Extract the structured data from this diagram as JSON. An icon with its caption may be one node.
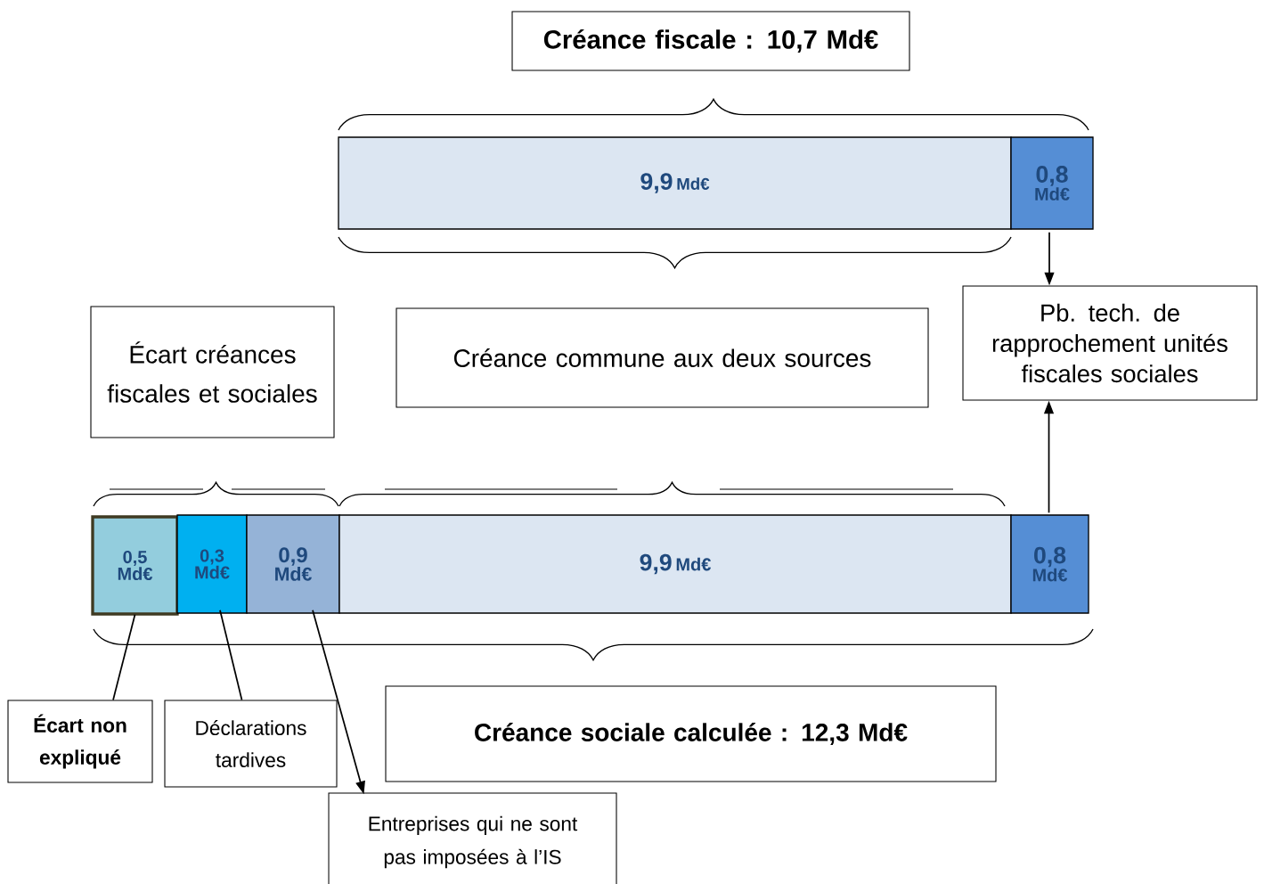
{
  "diagram": {
    "nodes": [
      {
        "text": [
          "Créance fiscale : 10,7 Md€"
        ]
      },
      {
        "text": [
          "9,9",
          "Md€"
        ]
      },
      {
        "text": [
          "0,8",
          "Md€"
        ]
      },
      {
        "text": [
          "Pb. tech. de rapprochement unités fiscales sociales"
        ]
      },
      {
        "text": [
          "Écart créances fiscales et sociales"
        ]
      },
      {
        "text": [
          "Créance commune aux deux sources"
        ]
      },
      {
        "text": [
          "0,5",
          "Md€"
        ]
      },
      {
        "text": [
          "0,3",
          "Md€"
        ]
      },
      {
        "text": [
          "0,9",
          "Md€"
        ]
      },
      {
        "text": [
          "9,9",
          "Md€"
        ]
      },
      {
        "text": [
          "0,8",
          "Md€"
        ]
      },
      {
        "text": [
          "Créance sociale calculée : 12,3 Md€"
        ]
      },
      {
        "text": [
          "Écart non expliqué"
        ]
      },
      {
        "text": [
          "Déclarations tardives"
        ]
      },
      {
        "text": [
          "Entreprises qui ne sont pas imposées à l’IS"
        ]
      }
    ],
    "edges": [
      {
        "from": 2,
        "to": 3,
        "arrow": "to"
      },
      {
        "from": 10,
        "to": 3,
        "arrow": "to"
      },
      {
        "from": 12,
        "to": 6,
        "arrow": "none"
      },
      {
        "from": 13,
        "to": 7,
        "arrow": "none"
      },
      {
        "from": 8,
        "to": 14,
        "arrow": "to"
      }
    ]
  }
}
